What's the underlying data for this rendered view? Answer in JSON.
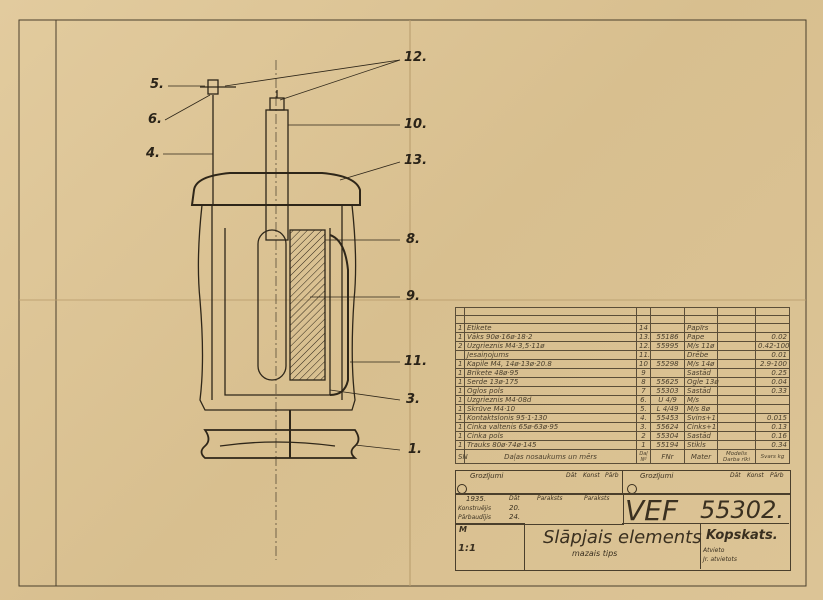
{
  "drawing": {
    "callouts": [
      "12.",
      "5.",
      "6.",
      "4.",
      "10.",
      "13.",
      "8.",
      "9.",
      "11.",
      "3.",
      "1."
    ]
  },
  "parts_table": {
    "rows": [
      {
        "qty": "1",
        "name": "Etikete",
        "pos": "14",
        "fnr": "",
        "mater": "Papīrs",
        "model": "",
        "weight": ""
      },
      {
        "qty": "1",
        "name": "Vāks  90ø·16ø·18·2",
        "pos": "13.",
        "fnr": "55186",
        "mater": "Pape",
        "model": "",
        "weight": "0.02"
      },
      {
        "qty": "2",
        "name": "Uzgrieznis  M4·3,5·11ø",
        "pos": "12.",
        "fnr": "55995",
        "mater": "M/s 11ø",
        "model": "",
        "weight": "0.42-100"
      },
      {
        "qty": "",
        "name": "Jesaiņojums",
        "pos": "11.",
        "fnr": "",
        "mater": "Drēbe",
        "model": "",
        "weight": "0.01"
      },
      {
        "qty": "1",
        "name": "Kapile  M4,  14ø·13ø·20.8",
        "pos": "10",
        "fnr": "55298",
        "mater": "M/s 14ø",
        "model": "",
        "weight": "2.9-100"
      },
      {
        "qty": "1",
        "name": "Brikete  48ø·95",
        "pos": "9",
        "fnr": "",
        "mater": "Sastād",
        "model": "",
        "weight": "0.25"
      },
      {
        "qty": "1",
        "name": "Serde  13ø·175",
        "pos": "8",
        "fnr": "55625",
        "mater": "Ogle 13ø",
        "model": "",
        "weight": "0.04"
      },
      {
        "qty": "1",
        "name": "Oglos pols",
        "pos": "7",
        "fnr": "55303",
        "mater": "Sastād",
        "model": "",
        "weight": "0.33"
      },
      {
        "qty": "1",
        "name": "Uzgrieznis  M4·08d",
        "pos": "6.",
        "fnr": "U 4/9",
        "mater": "M/s",
        "model": "",
        "weight": ""
      },
      {
        "qty": "1",
        "name": "Skrūve  M4·10",
        "pos": "5.",
        "fnr": "L 4/49",
        "mater": "M/s 8ø",
        "model": "",
        "weight": ""
      },
      {
        "qty": "1",
        "name": "Kontaktslonis  95·1·130",
        "pos": "4.",
        "fnr": "55453",
        "mater": "Svins+1",
        "model": "",
        "weight": "0.015"
      },
      {
        "qty": "1",
        "name": "Cinka valtenis  65ø·63ø·95",
        "pos": "3.",
        "fnr": "55624",
        "mater": "Cinks+1",
        "model": "",
        "weight": "0.13"
      },
      {
        "qty": "1",
        "name": "Cinka pols",
        "pos": "2",
        "fnr": "55304",
        "mater": "Sastād",
        "model": "",
        "weight": "0.16"
      },
      {
        "qty": "1",
        "name": "Trauks  80ø·74ø·145",
        "pos": "1",
        "fnr": "55194",
        "mater": "Stikls",
        "model": "",
        "weight": "0.34"
      }
    ],
    "header": {
      "sn": "SN",
      "name": "Daļas nosaukums un mērs",
      "pos": "Daļ Nº",
      "fnr": "FNr",
      "mater": "Mater",
      "model": "Modelis Darba rīki",
      "weight": "Svars kg"
    }
  },
  "revisions": {
    "left": "Grozījumi",
    "right": "Grozījumi",
    "dat": "Dāt",
    "konst": "Konst",
    "parb": "Pārb"
  },
  "title_block": {
    "year": "1935.",
    "dat": "Dāt",
    "paraksts": "Paraksts",
    "paraksts2": "Paraksts",
    "konstruejis": "Konstruējis",
    "konstruejis_date": "20.",
    "parbaudijis": "Pārbaudījis",
    "parbaudijis_date": "24.",
    "company": "VEF",
    "number": "55302.",
    "scale_label": "M",
    "scale": "1:1",
    "title": "Slāpjais elements",
    "subtitle": "mazais tips",
    "view": "Kopskats.",
    "atvieto": "Atvieto",
    "jr_atvieto": "Jr. atvietots"
  }
}
